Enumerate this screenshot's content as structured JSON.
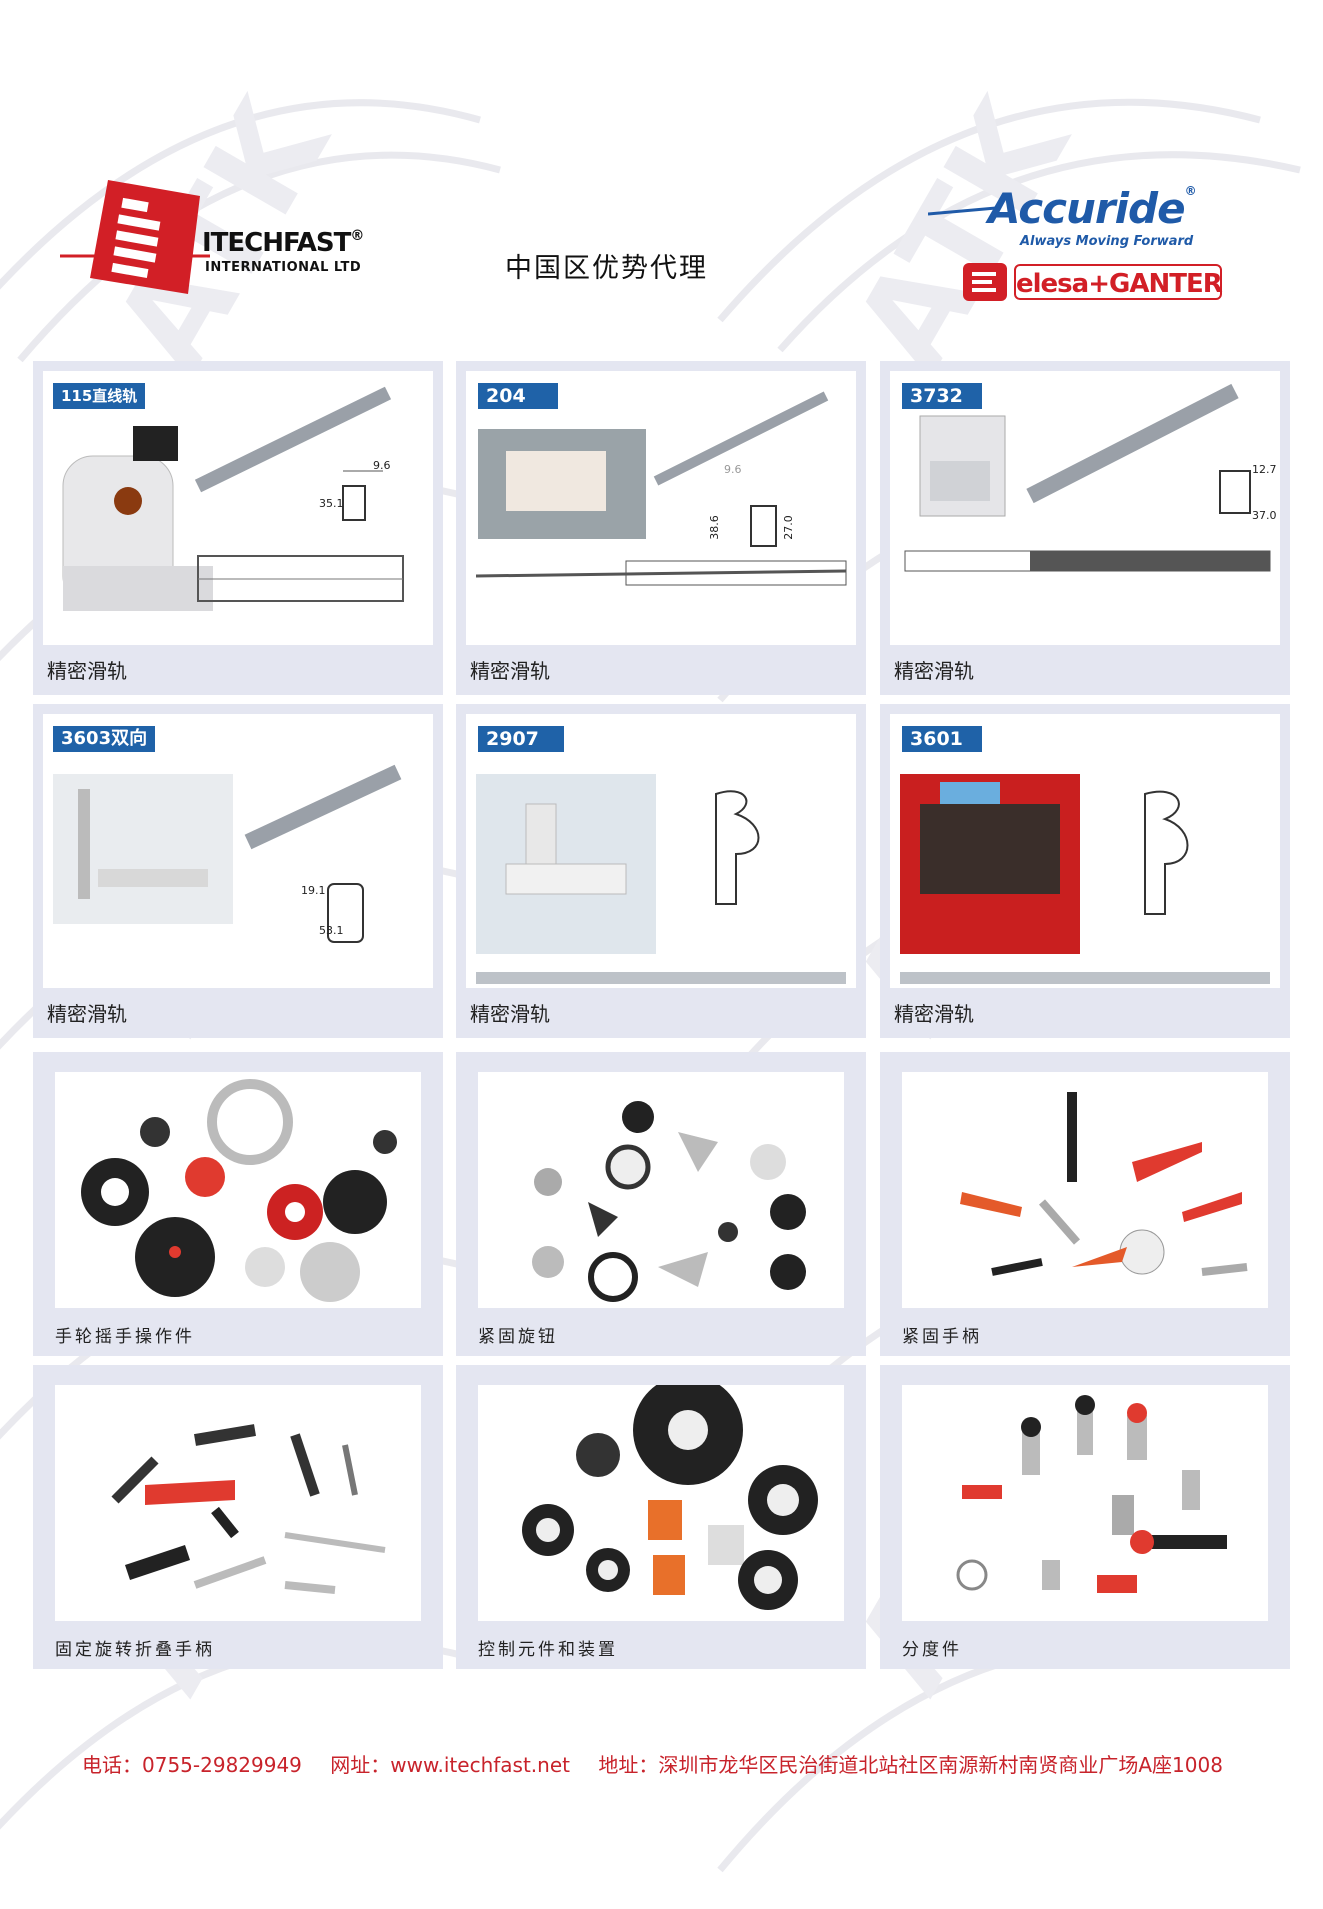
{
  "header": {
    "itechfast": {
      "name": "ITECHFAST",
      "mark": "®",
      "subtitle": "INTERNATIONAL LTD"
    },
    "title": "中国区优势代理",
    "accuride": {
      "name": "Accuride",
      "mark": "®",
      "tagline": "Always Moving Forward"
    },
    "elesa": {
      "name": "elesa+GANTER"
    }
  },
  "slides": [
    {
      "badge": "115直线轨",
      "caption": "精密滑轨",
      "dims": [
        "9.6",
        "35.1"
      ]
    },
    {
      "badge": "204",
      "caption": "精密滑轨",
      "dims": [
        "9.6",
        "38.6",
        "27.0"
      ]
    },
    {
      "badge": "3732",
      "caption": "精密滑轨",
      "dims": [
        "12.7",
        "37.0"
      ]
    },
    {
      "badge": "3603双向",
      "caption": "精密滑轨",
      "dims": [
        "19.1",
        "53.1"
      ]
    },
    {
      "badge": "2907",
      "caption": "精密滑轨",
      "dims": []
    },
    {
      "badge": "3601",
      "caption": "精密滑轨",
      "dims": []
    }
  ],
  "components": [
    {
      "caption": "手轮摇手操作件"
    },
    {
      "caption": "紧固旋钮"
    },
    {
      "caption": "紧固手柄"
    },
    {
      "caption": "固定旋转折叠手柄"
    },
    {
      "caption": "控制元件和装置"
    },
    {
      "caption": "分度件"
    }
  ],
  "footer": {
    "phone": "电话：0755-29829949",
    "web": "网址：www.itechfast.net",
    "address": "地址：深圳市龙华区民治街道北站社区南源新村南贤商业广场A座1008"
  },
  "colors": {
    "brand_red": "#d21f26",
    "badge_blue": "#1f62a8",
    "accuride_blue": "#1f5aa8",
    "card_frame": "#e4e6f1",
    "footer_red": "#c8232b"
  }
}
